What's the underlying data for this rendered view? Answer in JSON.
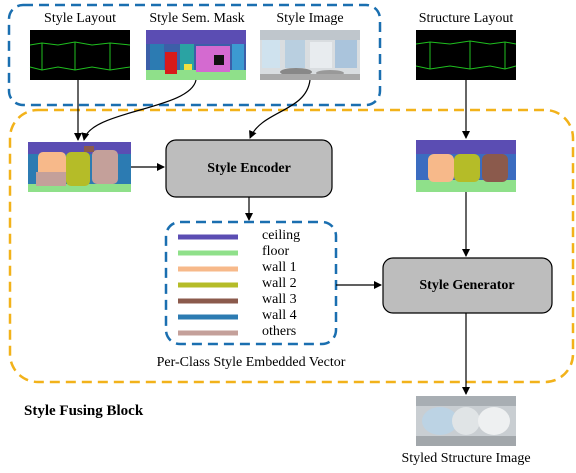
{
  "inputs": {
    "style_layout": "Style  Layout",
    "style_sem_mask": "Style  Sem. Mask",
    "style_image": "Style  Image",
    "structure_layout": "Structure  Layout"
  },
  "nodes": {
    "style_encoder": "Style Encoder",
    "style_generator": "Style Generator"
  },
  "legend": {
    "items": [
      {
        "label": "ceiling",
        "color": "#5b4db3"
      },
      {
        "label": "floor",
        "color": "#8fe08a"
      },
      {
        "label": "wall 1",
        "color": "#f7b98a"
      },
      {
        "label": "wall 2",
        "color": "#b5bc28"
      },
      {
        "label": "wall 3",
        "color": "#8b5a4c"
      },
      {
        "label": "wall 4",
        "color": "#2c7bb2"
      },
      {
        "label": "others",
        "color": "#c4a09a"
      }
    ],
    "caption": "Per-Class Style Embedded Vector"
  },
  "block_label": "Style Fusing Block",
  "output_caption": "Styled Structure Image",
  "colors": {
    "input_box_border": "#1a6fb0",
    "fusing_block_border": "#f2b21a",
    "node_fill": "#bdbdbd",
    "layout_line": "#1fbf1f",
    "layout_bg": "#000000"
  }
}
